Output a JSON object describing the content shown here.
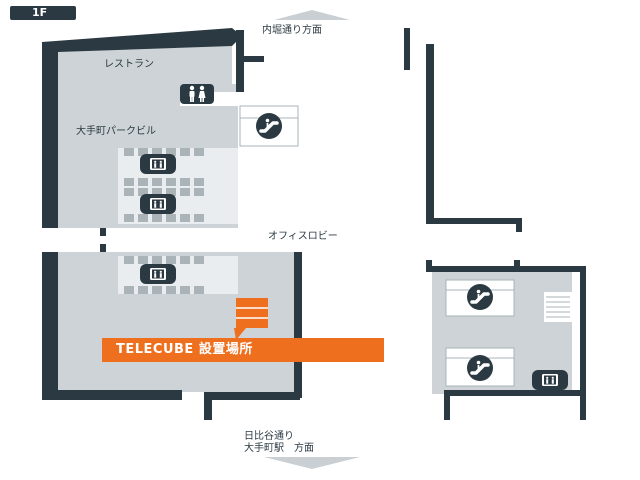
{
  "floor": {
    "label": "1F"
  },
  "labels": {
    "restaurant": "レストラン",
    "building": "大手町パークビル",
    "office_lobby": "オフィスロビー"
  },
  "directions": {
    "north": "内堀通り方面",
    "south_line1": "日比谷通り",
    "south_line2": "大手町駅　方面"
  },
  "callout": {
    "label": "TELECUBE 設置場所"
  },
  "icons": {
    "restroom": "restroom-icon",
    "escalator": "escalator-icon",
    "elevator": "elevator-icon"
  },
  "colors": {
    "room": "#cdd3d6",
    "wall": "#2b3a42",
    "accent": "#ee6f1e",
    "arrow": "#c9cfd2",
    "tile": "#aab3b8",
    "tile_light": "#e9edef"
  }
}
